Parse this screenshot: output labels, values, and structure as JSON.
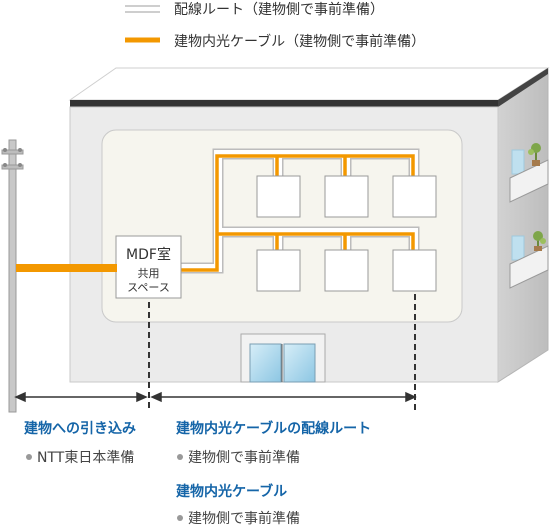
{
  "legend": {
    "wiring_route": "配線ルート（建物側で事前準備）",
    "indoor_cable": "建物内光ケーブル（建物側で事前準備）"
  },
  "mdf": {
    "title": "MDF室",
    "sub1": "共用",
    "sub2": "スペース"
  },
  "sections": {
    "lead_in": {
      "title": "建物への引き込み",
      "note": "NTT東日本準備"
    },
    "route": {
      "title": "建物内光ケーブルの配線ルート",
      "note": "建物側で事前準備"
    },
    "cable": {
      "title": "建物内光ケーブル",
      "note": "建物側で事前準備"
    }
  },
  "colors": {
    "cable": "#f39800",
    "route": "#c8c8c8",
    "caption": "#1565a8",
    "building_wall": "#ebebeb",
    "roof": "#333333"
  }
}
